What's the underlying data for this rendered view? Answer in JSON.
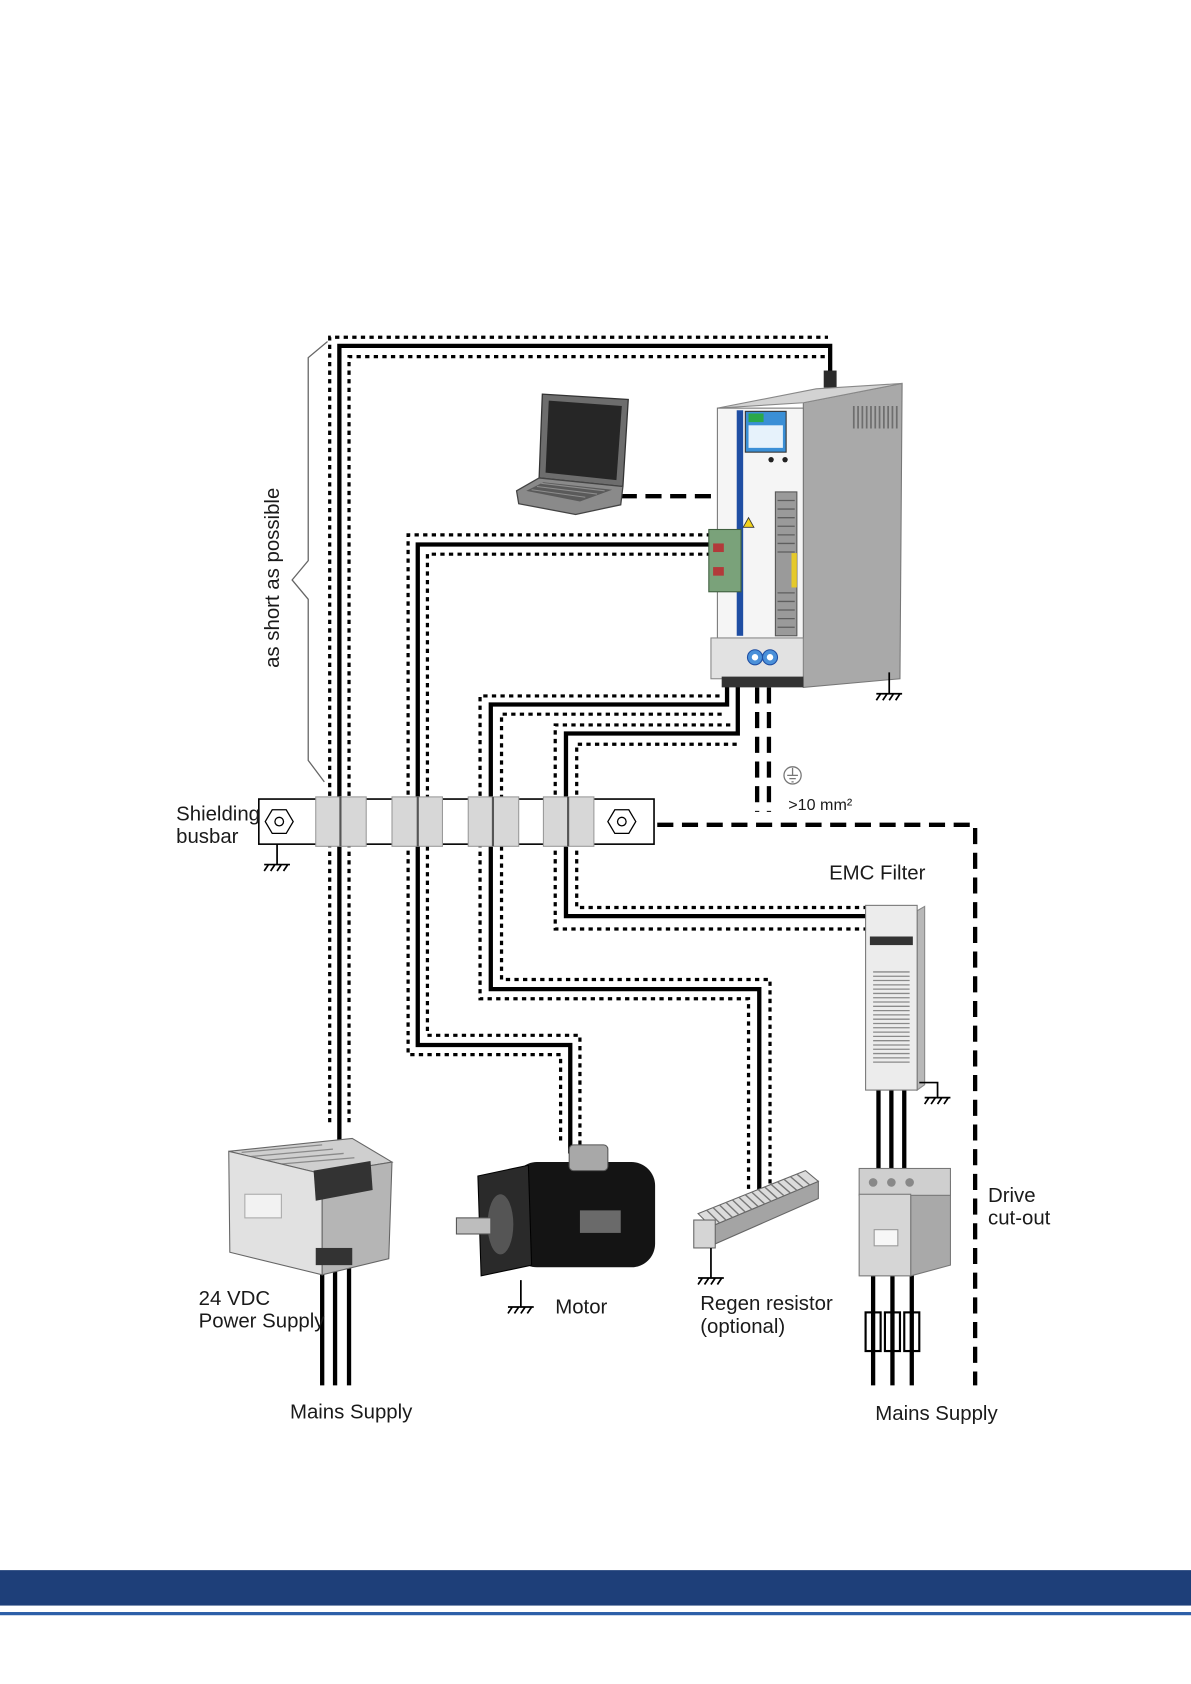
{
  "labels": {
    "cable_length_note": "as short as possible",
    "shielding_busbar": [
      "Shielding",
      "busbar"
    ],
    "pe_cross_section": ">10 mm²",
    "emc_filter": "EMC Filter",
    "drive_cutout": [
      "Drive",
      "cut-out"
    ],
    "power_supply": [
      "24 VDC",
      "Power Supply"
    ],
    "motor": "Motor",
    "regen_resistor": [
      "Regen resistor",
      "(optional)"
    ],
    "mains_supply_left": "Mains Supply",
    "mains_supply_right": "Mains Supply"
  },
  "colors": {
    "footer_bar": "#1e3f79",
    "footer_line": "#2d5fa8",
    "drive_accent": "#1f4ea3",
    "drive_display": "#3a8fd6",
    "drive_connector": "#4a90d9"
  }
}
